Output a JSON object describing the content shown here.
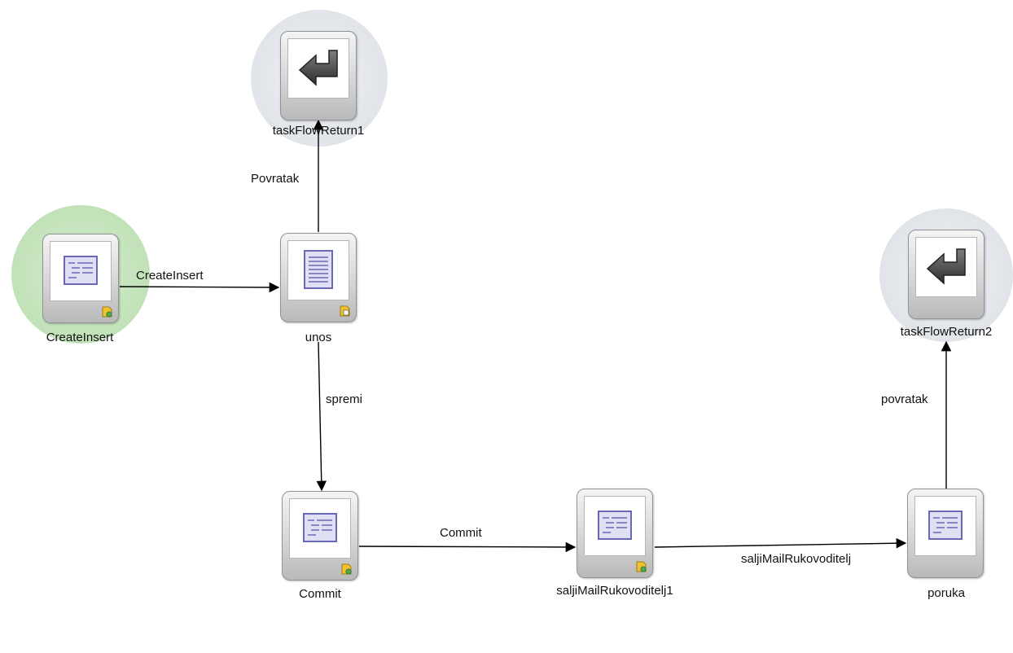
{
  "nodes": {
    "createinsert": {
      "label": "CreateInsert",
      "kind": "method-call",
      "start": true
    },
    "unos": {
      "label": "unos",
      "kind": "view"
    },
    "commit": {
      "label": "Commit",
      "kind": "method-call"
    },
    "salji": {
      "label": "saljiMailRukovoditelj1",
      "kind": "method-call"
    },
    "poruka": {
      "label": "poruka",
      "kind": "view-form"
    },
    "return1": {
      "label": "taskFlowReturn1",
      "kind": "task-flow-return"
    },
    "return2": {
      "label": "taskFlowReturn2",
      "kind": "task-flow-return"
    }
  },
  "edges": {
    "createinsert_to_unos": "CreateInsert",
    "unos_to_return1": "Povratak",
    "unos_to_commit": "spremi",
    "commit_to_salji": "Commit",
    "salji_to_poruka": "saljiMailRukovoditelj",
    "poruka_to_return2": "povratak"
  },
  "colors": {
    "start_halo": "#c5e4bc",
    "return_halo": "#e3e6ea",
    "icon_accent": "#6b68b8",
    "badge": "#f2c12e"
  }
}
